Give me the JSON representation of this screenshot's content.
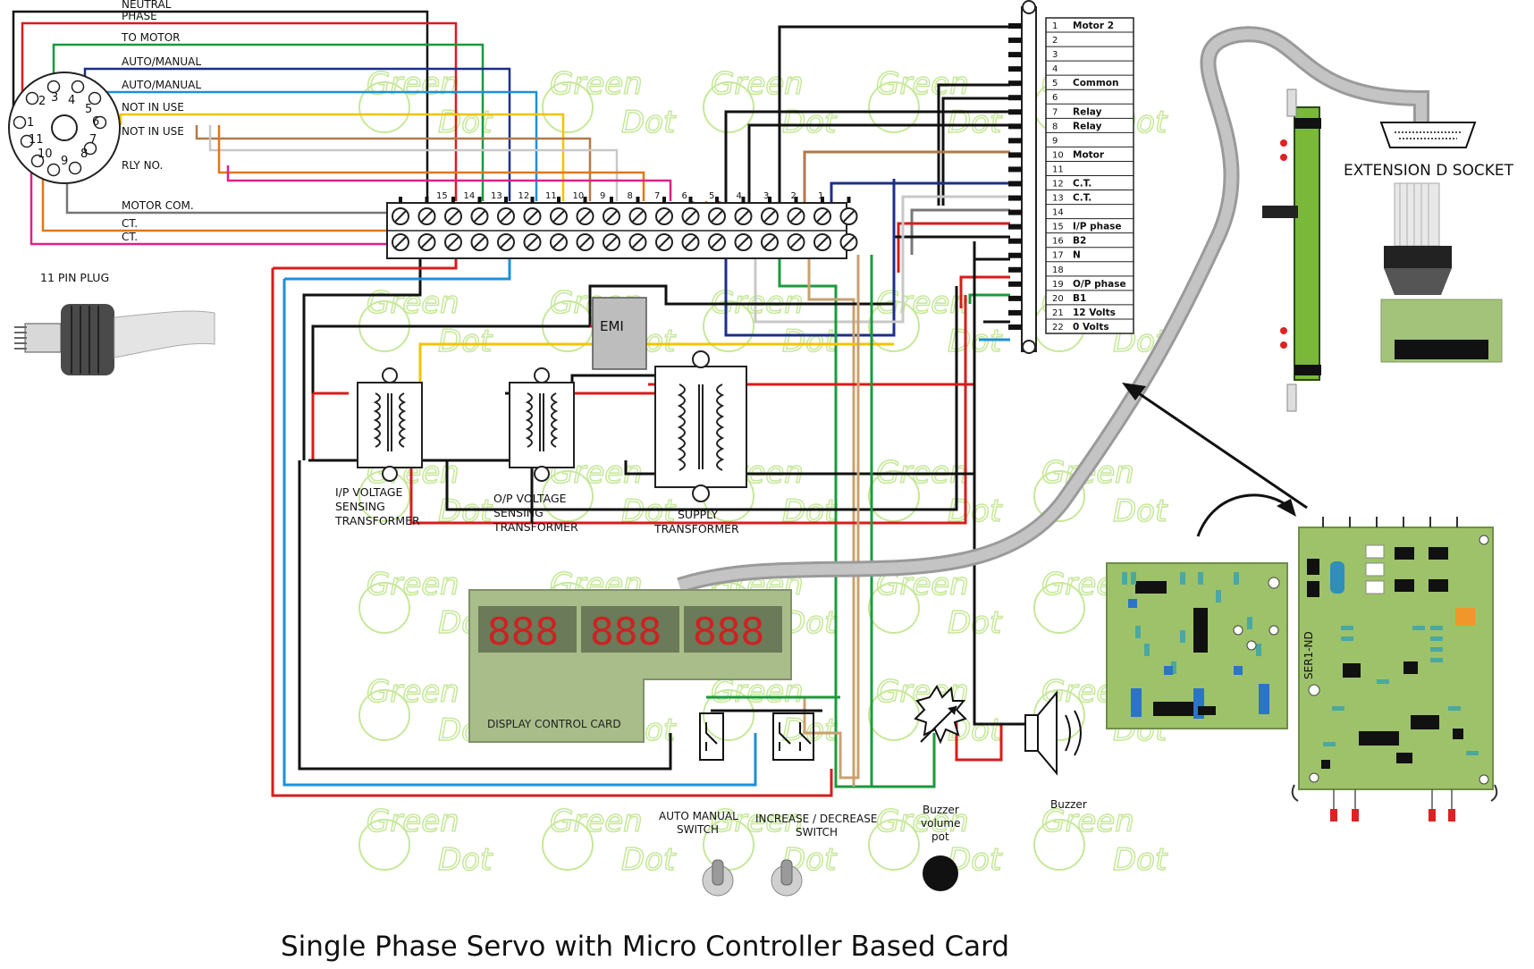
{
  "wires": [
    {
      "label": "NEUTRAL",
      "color": "#111111",
      "terminal": 15
    },
    {
      "label": "PHASE",
      "color": "#d71c1c",
      "terminal": 14
    },
    {
      "label": "TO MOTOR",
      "color": "#1a9a3c",
      "terminal": 13
    },
    {
      "label": "AUTO/MANUAL",
      "color": "#1b2f8a",
      "terminal": 12
    },
    {
      "label": "AUTO/MANUAL",
      "color": "#1e8fd8",
      "terminal": 11
    },
    {
      "label": "NOT IN USE",
      "color": "#f2c400",
      "terminal": 10
    },
    {
      "label": "NOT IN USE",
      "color": "#b07a4a",
      "terminal": 9
    },
    {
      "label": "",
      "color": "#c8c8c8",
      "terminal": 8
    },
    {
      "label": "RLY NO.",
      "color": "#e07818",
      "terminal": 7
    },
    {
      "label": "",
      "color": "#e0208a",
      "terminal": 6
    },
    {
      "label": "MOTOR COM.",
      "color": "#777777",
      "terminal": 5
    },
    {
      "label": "CT.",
      "color": "#e07818",
      "terminal": 4
    },
    {
      "label": "CT.",
      "color": "#e0208a",
      "terminal": 3
    }
  ],
  "plug": {
    "label": "11 PIN PLUG",
    "pins": [
      "1",
      "2",
      "3",
      "4",
      "5",
      "6",
      "7",
      "8",
      "9",
      "10",
      "11"
    ]
  },
  "terminal_strip": {
    "numbers": [
      "15",
      "14",
      "13",
      "12",
      "11",
      "10",
      "9",
      "8",
      "7",
      "6",
      "5",
      "4",
      "3",
      "2",
      "1"
    ]
  },
  "connector_pins": [
    {
      "num": "1",
      "label": "Motor 2"
    },
    {
      "num": "2",
      "label": ""
    },
    {
      "num": "3",
      "label": ""
    },
    {
      "num": "4",
      "label": ""
    },
    {
      "num": "5",
      "label": "Common"
    },
    {
      "num": "6",
      "label": ""
    },
    {
      "num": "7",
      "label": "Relay"
    },
    {
      "num": "8",
      "label": "Relay"
    },
    {
      "num": "9",
      "label": ""
    },
    {
      "num": "10",
      "label": "Motor"
    },
    {
      "num": "11",
      "label": ""
    },
    {
      "num": "12",
      "label": "C.T."
    },
    {
      "num": "13",
      "label": "C.T."
    },
    {
      "num": "14",
      "label": ""
    },
    {
      "num": "15",
      "label": "I/P phase"
    },
    {
      "num": "16",
      "label": "B2"
    },
    {
      "num": "17",
      "label": "N"
    },
    {
      "num": "18",
      "label": ""
    },
    {
      "num": "19",
      "label": "O/P phase"
    },
    {
      "num": "20",
      "label": "B1"
    },
    {
      "num": "21",
      "label": "12 Volts"
    },
    {
      "num": "22",
      "label": "0 Volts"
    }
  ],
  "components": {
    "emi": "EMI",
    "ip_transformer": [
      "I/P VOLTAGE",
      "SENSING",
      "TRANSFORMER"
    ],
    "op_transformer": [
      "O/P VOLTAGE",
      "SENSING",
      "TRANSFORMER"
    ],
    "supply_transformer": [
      "SUPPLY",
      "TRANSFORMER"
    ],
    "display_card": "DISPLAY CONTROL CARD",
    "display_digits": [
      "888",
      "888",
      "888"
    ],
    "auto_switch": [
      "AUTO MANUAL",
      "SWITCH"
    ],
    "incdec_switch": [
      "INCREASE / DECREASE",
      "SWITCH"
    ],
    "buzzer_pot": [
      "Buzzer",
      "volume",
      "pot"
    ],
    "buzzer": "Buzzer",
    "extension_socket": "EXTENSION D SOCKET",
    "card_id": "SER1-ND"
  },
  "watermark": {
    "line1": "Green",
    "line2": "Dot",
    "color": "#c6e89a"
  },
  "title": "Single Phase Servo with Micro Controller Based Card"
}
